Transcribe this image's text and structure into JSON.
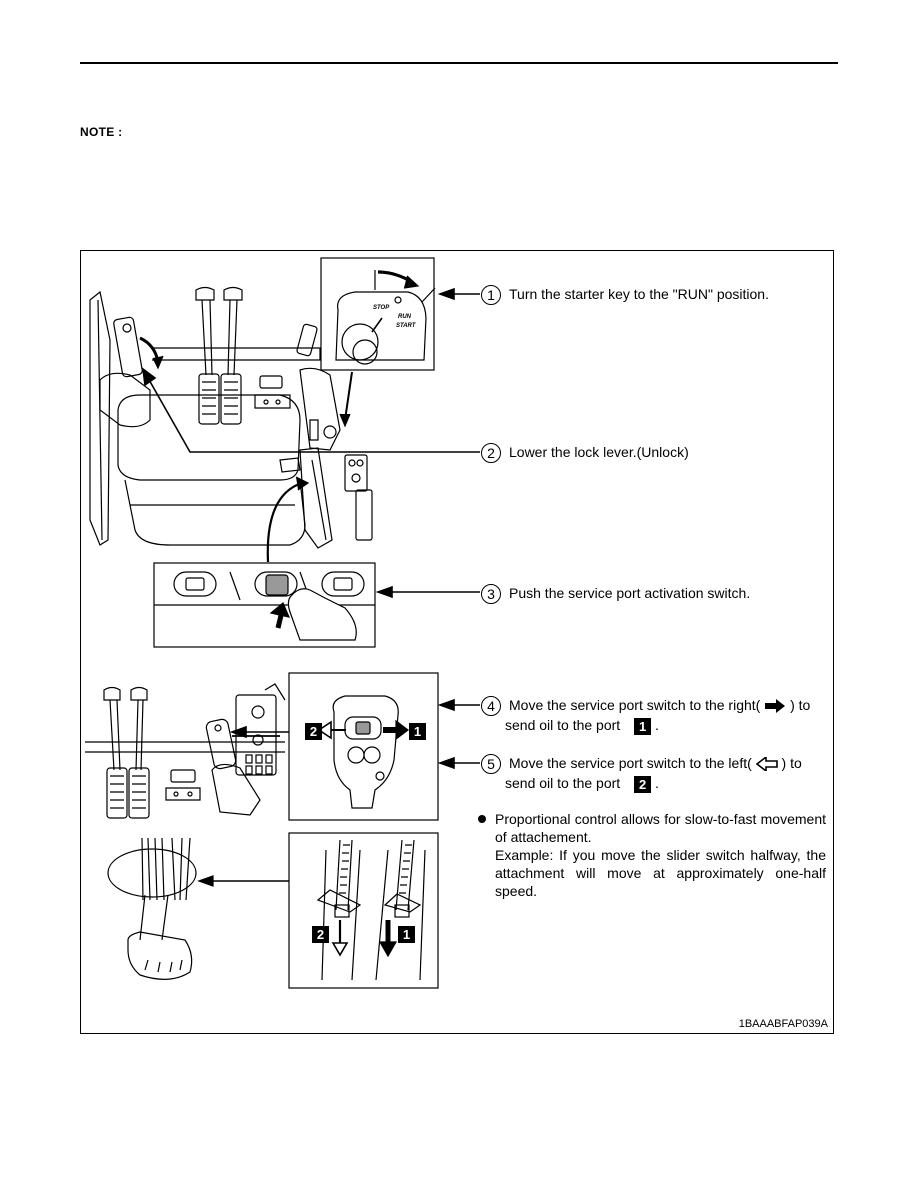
{
  "note_label": "NOTE :",
  "steps": [
    {
      "num": "1",
      "text": "Turn the starter key to the \"RUN\" position."
    },
    {
      "num": "2",
      "text": "Lower the lock lever.(Unlock)"
    },
    {
      "num": "3",
      "text": "Push the service port activation switch."
    },
    {
      "num": "4",
      "text_a": "Move the service port switch to the right(",
      "text_b": ") to",
      "text_c": "send oil to the port",
      "port": "1",
      "end": "."
    },
    {
      "num": "5",
      "text_a": "Move the service port switch to the left(",
      "text_b": ") to",
      "text_c": "send oil to the port",
      "port": "2",
      "end": "."
    }
  ],
  "bullet": {
    "line1": "Proportional control allows for slow-to-fast movement of attachement.",
    "line2": "Example: If you move the slider switch halfway, the attachment will move at approximately one-half speed."
  },
  "key_labels": {
    "stop": "STOP",
    "run": "RUN",
    "start": "START"
  },
  "port_labels": {
    "one": "1",
    "two": "2"
  },
  "ref_code": "1BAAABFAP039A"
}
